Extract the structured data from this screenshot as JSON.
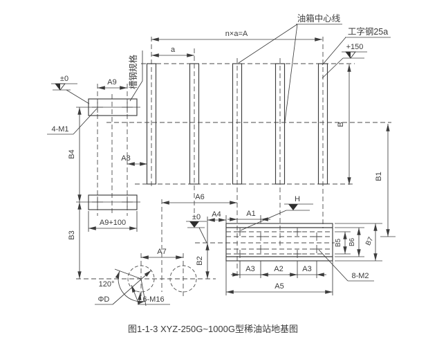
{
  "drawing": {
    "caption": "图1-1-3  XYZ-250G~1000G型稀油站地基图",
    "callouts": {
      "tank_centerline": "油箱中心线",
      "i_beam": "工字钢25a",
      "channel_spec": "槽钢规格",
      "level_top": "+150",
      "level_zero": "±0",
      "level_h": "H",
      "bolts_pad": "4-M1",
      "bolts_circle": "6-M16",
      "bolts_base": "8-M2",
      "angle": "120°",
      "diameter": "ΦD"
    },
    "dims": {
      "na": "n×a=A",
      "a": "a",
      "a1": "A1",
      "a2": "A2",
      "a3": "A3",
      "a4": "A4",
      "a5": "A5",
      "a6": "A6",
      "a7": "A7",
      "a8": "A8",
      "a9": "A9",
      "a9_plus": "A9+100",
      "b": "B",
      "b1": "B1",
      "b2": "B2",
      "b3": "B3",
      "b4": "B4",
      "b5": "B5",
      "b6": "B6",
      "b7": "B7"
    }
  }
}
